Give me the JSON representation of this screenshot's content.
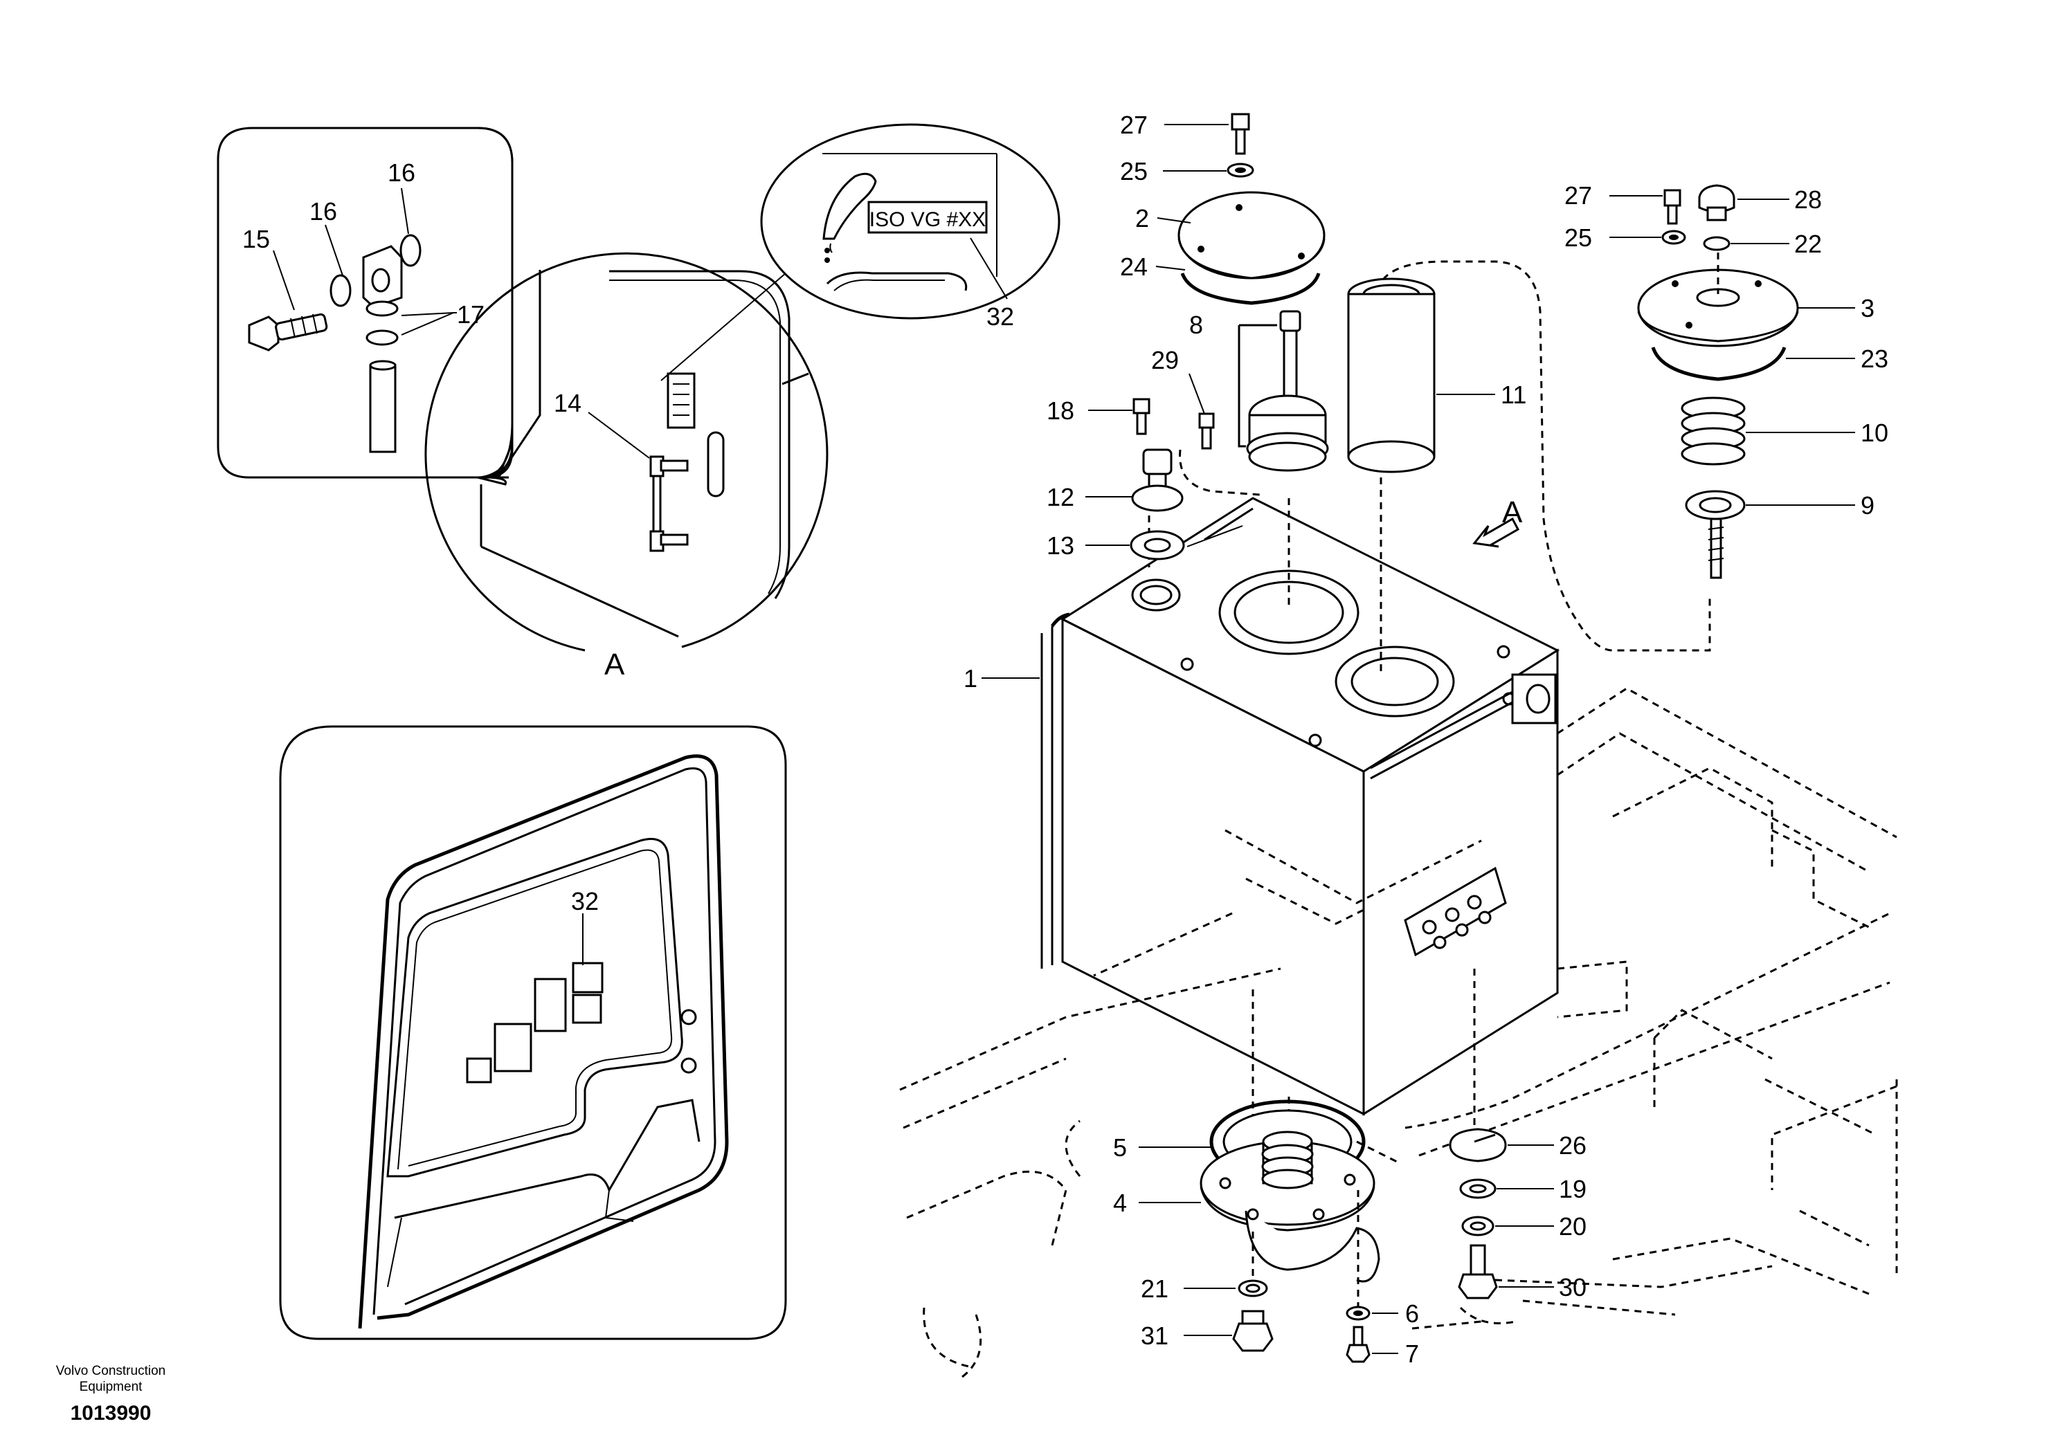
{
  "callouts": {
    "c1": "1",
    "c2": "2",
    "c3": "3",
    "c4": "4",
    "c5": "5",
    "c6": "6",
    "c7": "7",
    "c8": "8",
    "c9": "9",
    "c10": "10",
    "c11": "11",
    "c12": "12",
    "c13": "13",
    "c14": "14",
    "c15": "15",
    "c16a": "16",
    "c16b": "16",
    "c17": "17",
    "c18": "18",
    "c19": "19",
    "c20": "20",
    "c21": "21",
    "c22": "22",
    "c23": "23",
    "c24": "24",
    "c25a": "25",
    "c25b": "25",
    "c26": "26",
    "c27a": "27",
    "c27b": "27",
    "c28": "28",
    "c29": "29",
    "c30": "30",
    "c31": "31",
    "c32a": "32",
    "c32b": "32"
  },
  "view_labels": {
    "detail": "A",
    "arrow": "A"
  },
  "decal_text": "ISO VG #XX",
  "footer": {
    "company_line1": "Volvo Construction",
    "company_line2": "Equipment",
    "drawing_number": "1013990"
  }
}
